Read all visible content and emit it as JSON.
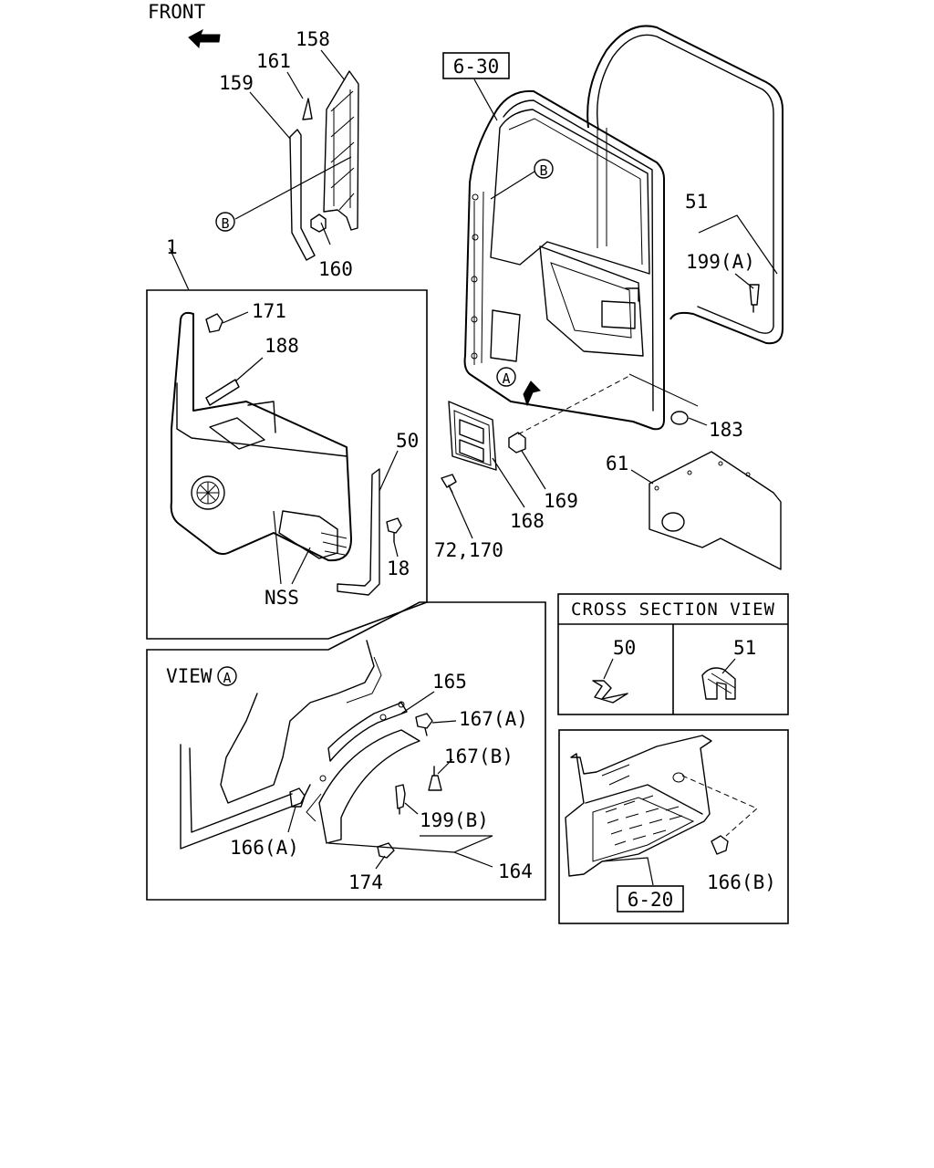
{
  "front_label": "FRONT",
  "ref_boxes": {
    "door_ref": "6-30",
    "step_ref": "6-20"
  },
  "circle_markers": {
    "b_top": "B",
    "b_door": "B",
    "a_door": "A",
    "a_view": "A"
  },
  "view_a": {
    "title": "VIEW"
  },
  "cross_section": {
    "title": "CROSS SECTION VIEW",
    "left_part": "50",
    "right_part": "51"
  },
  "part_labels": {
    "p158": "158",
    "p161": "161",
    "p159": "159",
    "p160": "160",
    "p1": "1",
    "p171": "171",
    "p188": "188",
    "p50": "50",
    "p18": "18",
    "nss": "NSS",
    "p51": "51",
    "p199a": "199(A)",
    "p183": "183",
    "p169": "169",
    "p168": "168",
    "p72_170": "72,170",
    "p61": "61",
    "p165": "165",
    "p167a": "167(A)",
    "p167b": "167(B)",
    "p199b": "199(B)",
    "p166a": "166(A)",
    "p174": "174",
    "p164": "164",
    "p166b": "166(B)"
  },
  "colors": {
    "ink": "#000000",
    "paper": "#ffffff"
  }
}
